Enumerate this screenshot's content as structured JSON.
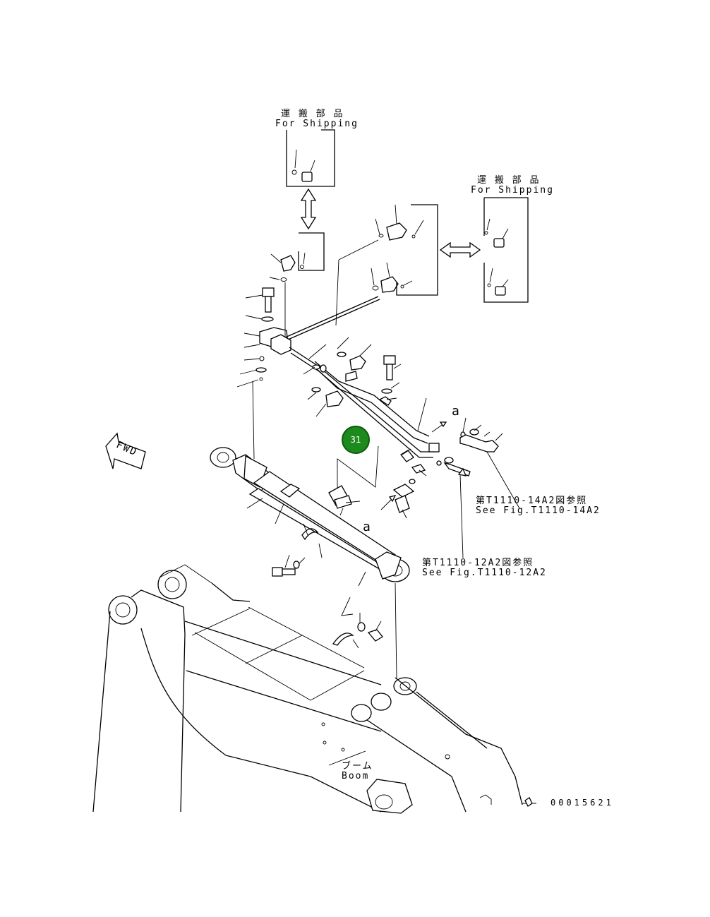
{
  "labels": {
    "for_shipping_top_jp": "運 搬 部 品",
    "for_shipping_top_en": "For Shipping",
    "for_shipping_right_jp": "運 搬 部 品",
    "for_shipping_right_en": "For Shipping",
    "ref_a_top": "a",
    "ref_a_cylinder": "a",
    "fig_14a2_jp": "第T1110-14A2図参照",
    "fig_14a2_en": "See Fig.T1110-14A2",
    "fig_12a2_jp": "第T1110-12A2図参照",
    "fig_12a2_en": "See Fig.T1110-12A2",
    "fwd": "FWD",
    "boom_jp": "ブーム",
    "boom_en": "Boom",
    "drawing_number": "00015621"
  },
  "callouts": [
    {
      "id": "31",
      "color": "#1d8a1d"
    }
  ]
}
